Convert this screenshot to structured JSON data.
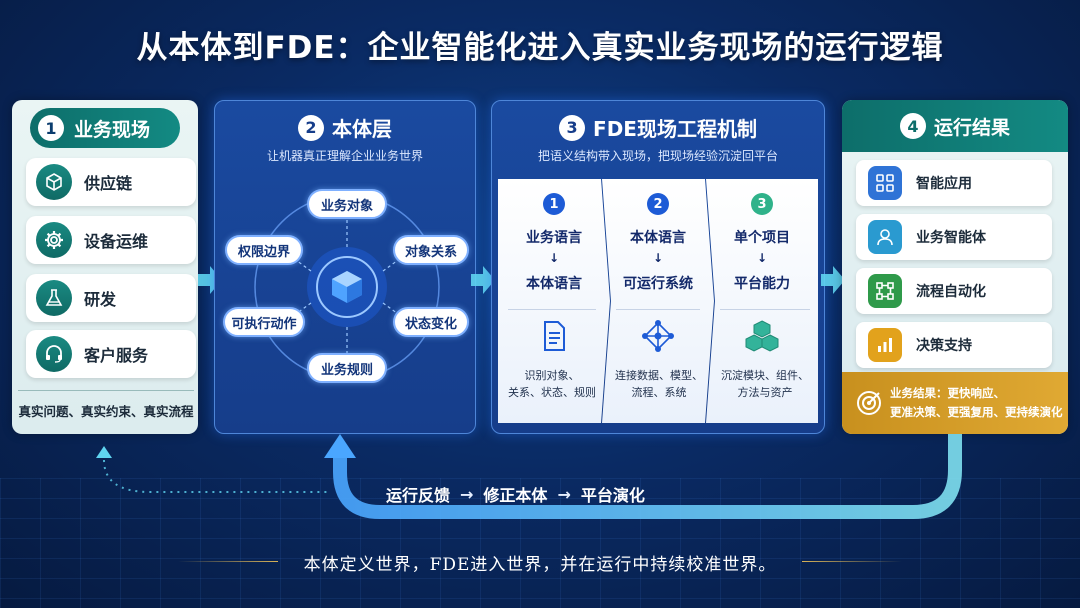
{
  "title": "从本体到FDE：企业智能化进入真实业务现场的运行逻辑",
  "panel1": {
    "number": "1",
    "heading": "业务现场",
    "items": [
      {
        "label": "供应链",
        "icon": "cube-box-icon"
      },
      {
        "label": "设备运维",
        "icon": "gear-icon"
      },
      {
        "label": "研发",
        "icon": "flask-icon"
      },
      {
        "label": "客户服务",
        "icon": "headset-icon"
      }
    ],
    "footer": "真实问题、真实约束、真实流程"
  },
  "panel2": {
    "number": "2",
    "heading": "本体层",
    "subtitle": "让机器真正理解企业业务世界",
    "nodes": [
      "业务对象",
      "对象关系",
      "状态变化",
      "业务规则",
      "可执行动作",
      "权限边界"
    ],
    "center_icon": "cube-icon"
  },
  "panel3": {
    "number": "3",
    "heading": "FDE现场工程机制",
    "subtitle": "把语义结构带入现场，把现场经验沉淀回平台",
    "steps": [
      {
        "num": "1",
        "top": "业务语言",
        "arrow": "↓",
        "bottom": "本体语言",
        "icon": "document-icon",
        "desc": [
          "识别对象、",
          "关系、状态、规则"
        ]
      },
      {
        "num": "2",
        "top": "本体语言",
        "arrow": "↓",
        "bottom": "可运行系统",
        "icon": "network-icon",
        "desc": [
          "连接数据、模型、",
          "流程、系统"
        ]
      },
      {
        "num": "3",
        "top": "单个项目",
        "arrow": "↓",
        "bottom": "平台能力",
        "icon": "cubes-icon",
        "desc": [
          "沉淀模块、组件、",
          "方法与资产"
        ]
      }
    ]
  },
  "panel4": {
    "number": "4",
    "heading": "运行结果",
    "items": [
      {
        "label": "智能应用",
        "icon": "grid-apps-icon",
        "color": "#2f73d6"
      },
      {
        "label": "业务智能体",
        "icon": "agent-icon",
        "color": "#2a9ad0"
      },
      {
        "label": "流程自动化",
        "icon": "flow-icon",
        "color": "#2f9a4a"
      },
      {
        "label": "决策支持",
        "icon": "bar-chart-icon",
        "color": "#e2a21c"
      }
    ],
    "result_lines": [
      "业务结果：更快响应、",
      "更准决策、更强复用、更持续演化"
    ]
  },
  "feedback": {
    "steps": [
      "运行反馈",
      "修正本体",
      "平台演化"
    ],
    "separator": "→"
  },
  "motto": "本体定义世界，FDE进入世界，并在运行中持续校准世界。",
  "colors": {
    "background": "#0a2a63",
    "teal": "#0d6e6a",
    "panel_blue": "#163d8a",
    "gold": "#d8b256",
    "arrow_cyan": "#5fd4f0"
  }
}
